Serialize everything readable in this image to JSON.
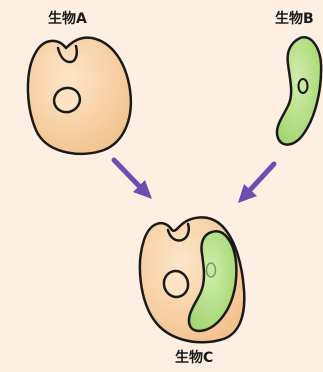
{
  "labels": {
    "organism_a": "生物A",
    "organism_b": "生物B",
    "organism_c": "生物C"
  },
  "colors": {
    "background": "#fdf0e3",
    "cell_fill": "#f4c897",
    "cell_fill_light": "#fbe3c4",
    "green_fill": "#a8d878",
    "green_fill_light": "#c8e8a0",
    "outline": "#1a1a1a",
    "arrow": "#6a4fb0"
  }
}
